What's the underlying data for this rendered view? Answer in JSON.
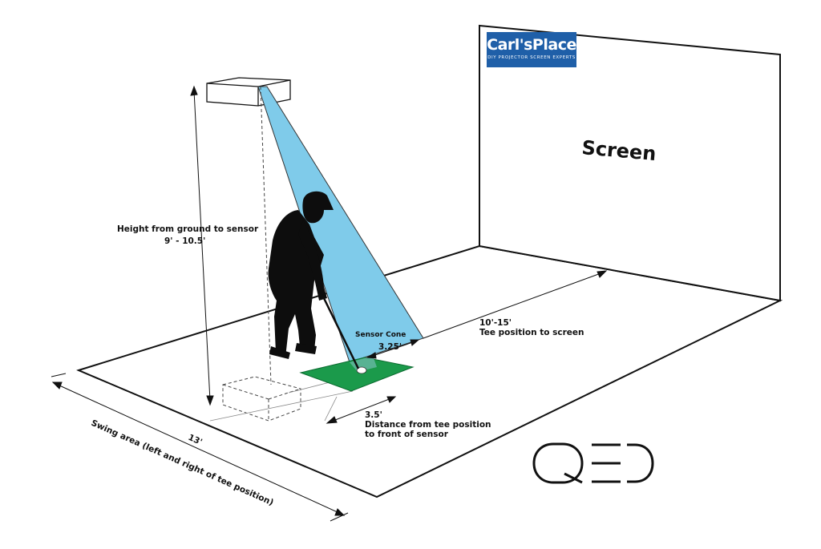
{
  "diagram": {
    "screen_label": "Screen",
    "sensor_height_label": "Height from ground to sensor",
    "sensor_height_value": "9' - 10.5'",
    "sensor_cone_label": "Sensor Cone",
    "cone_width_value": "3.25'",
    "tee_screen_value": "10'-15'",
    "tee_screen_label": "Tee position to screen",
    "tee_sensor_value": "3.5'",
    "tee_sensor_label_line1": "Distance from tee position",
    "tee_sensor_label_line2": "to front of sensor",
    "swing_value": "13'",
    "swing_label": "Swing area (left and right of tee position)"
  },
  "brand": {
    "name": "Carl'sPlace",
    "tagline": "DIY PROJECTOR SCREEN EXPERTS",
    "color": "#1f5fa8",
    "qed_logo": "QED"
  },
  "colors": {
    "cone": "#7fcbea",
    "mat": "#1b9a4b",
    "line": "#111111"
  }
}
